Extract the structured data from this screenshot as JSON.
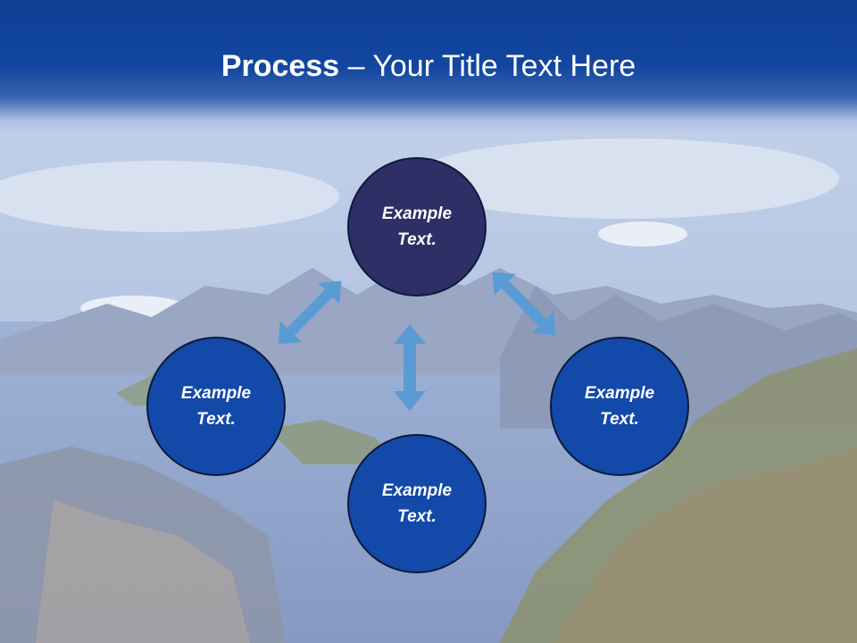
{
  "title": {
    "bold": "Process",
    "rest": " – Your Title Text Here"
  },
  "colors": {
    "title_band": "#1246a0",
    "top_node": "#2e2f66",
    "node": "#1349a8",
    "arrow": "#5b9bd5"
  },
  "diagram": {
    "nodes": [
      {
        "label": "Example Text.",
        "role": "top"
      },
      {
        "label": "Example Text.",
        "role": "left"
      },
      {
        "label": "Example Text.",
        "role": "right"
      },
      {
        "label": "Example Text.",
        "role": "bottom"
      }
    ]
  }
}
